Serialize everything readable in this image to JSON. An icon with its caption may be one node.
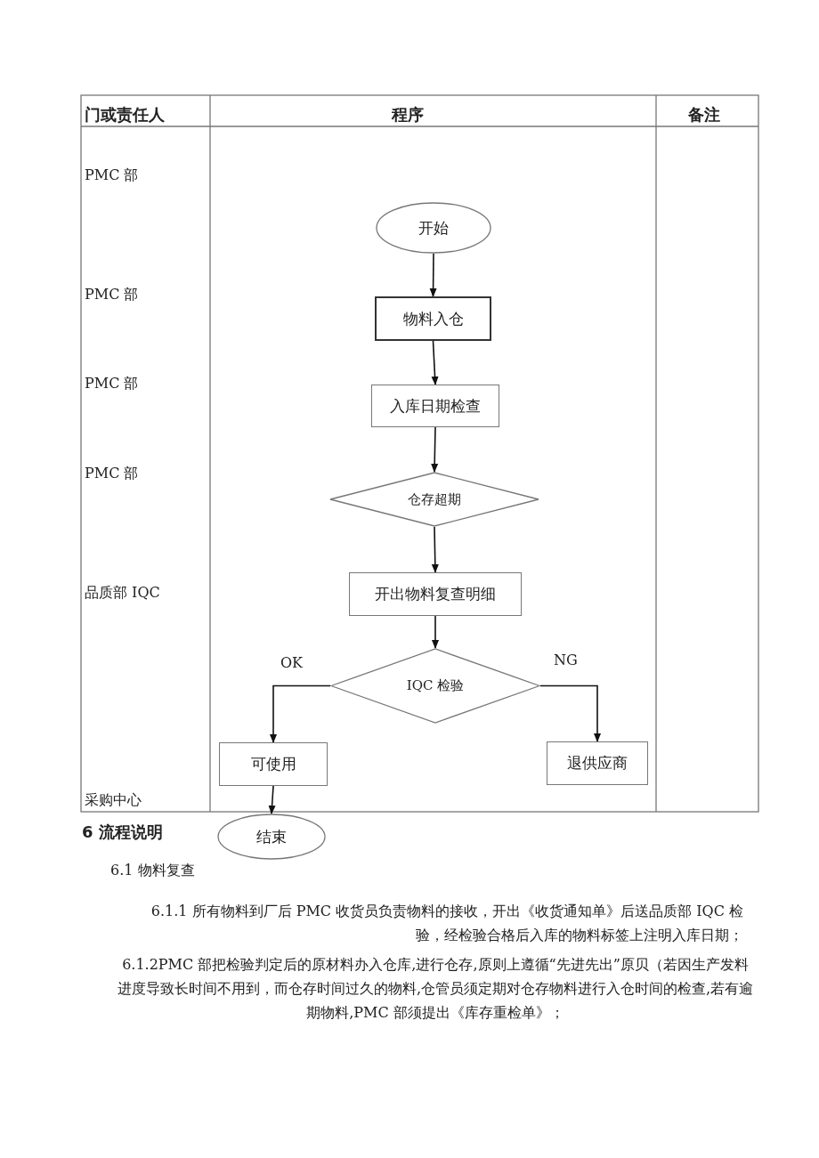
{
  "diagram": {
    "nodes": [
      {
        "text": [
          "开始"
        ]
      },
      {
        "text": [
          "物料入仓"
        ]
      },
      {
        "text": [
          "入库日期检查"
        ]
      },
      {
        "text": [
          "仓存超期"
        ]
      },
      {
        "text": [
          "开出物料复查明细"
        ]
      },
      {
        "text": [
          "IQC 检验"
        ]
      },
      {
        "text": [
          "可使用"
        ]
      },
      {
        "text": [
          "退供应商"
        ]
      },
      {
        "text": [
          "结束"
        ]
      }
    ],
    "edges": [
      {
        "from": 0,
        "to": 1,
        "arrow": "to"
      },
      {
        "from": 1,
        "to": 2,
        "arrow": "to"
      },
      {
        "from": 2,
        "to": 3,
        "arrow": "to"
      },
      {
        "from": 3,
        "to": 4,
        "arrow": "to"
      },
      {
        "from": 4,
        "to": 5,
        "arrow": "to"
      },
      {
        "from": 5,
        "to": 6,
        "arrow": "to",
        "label": "OK"
      },
      {
        "from": 5,
        "to": 7,
        "arrow": "to",
        "label": "NG"
      },
      {
        "from": 6,
        "to": 8,
        "arrow": "to"
      }
    ],
    "labels": [
      "门或责任人",
      "程序",
      "备注",
      "PMC 部",
      "PMC 部",
      "PMC 部",
      "PMC 部",
      "品质部 IQC",
      "采购中心",
      "6 流程说明",
      "6.1 物料复查",
      "6.1.1 所有物料到厂后 PMC 收货员负责物料的接收，开出《收货通知单》后送品质部 IQC 检验，经检验合格后入库的物料标签上注明入库日期；",
      "6.1.2PMC 部把检验判定后的原材料办入仓库,进行仓存,原则上遵循“先进先出”原贝（若因生产发料进度导致长时间不用到，而仓存时间过久的物料,仓管员须定期对仓存物料进行入仓时间的检查,若有逾期物料,PMC 部须提出《库存重检单》；"
    ]
  }
}
